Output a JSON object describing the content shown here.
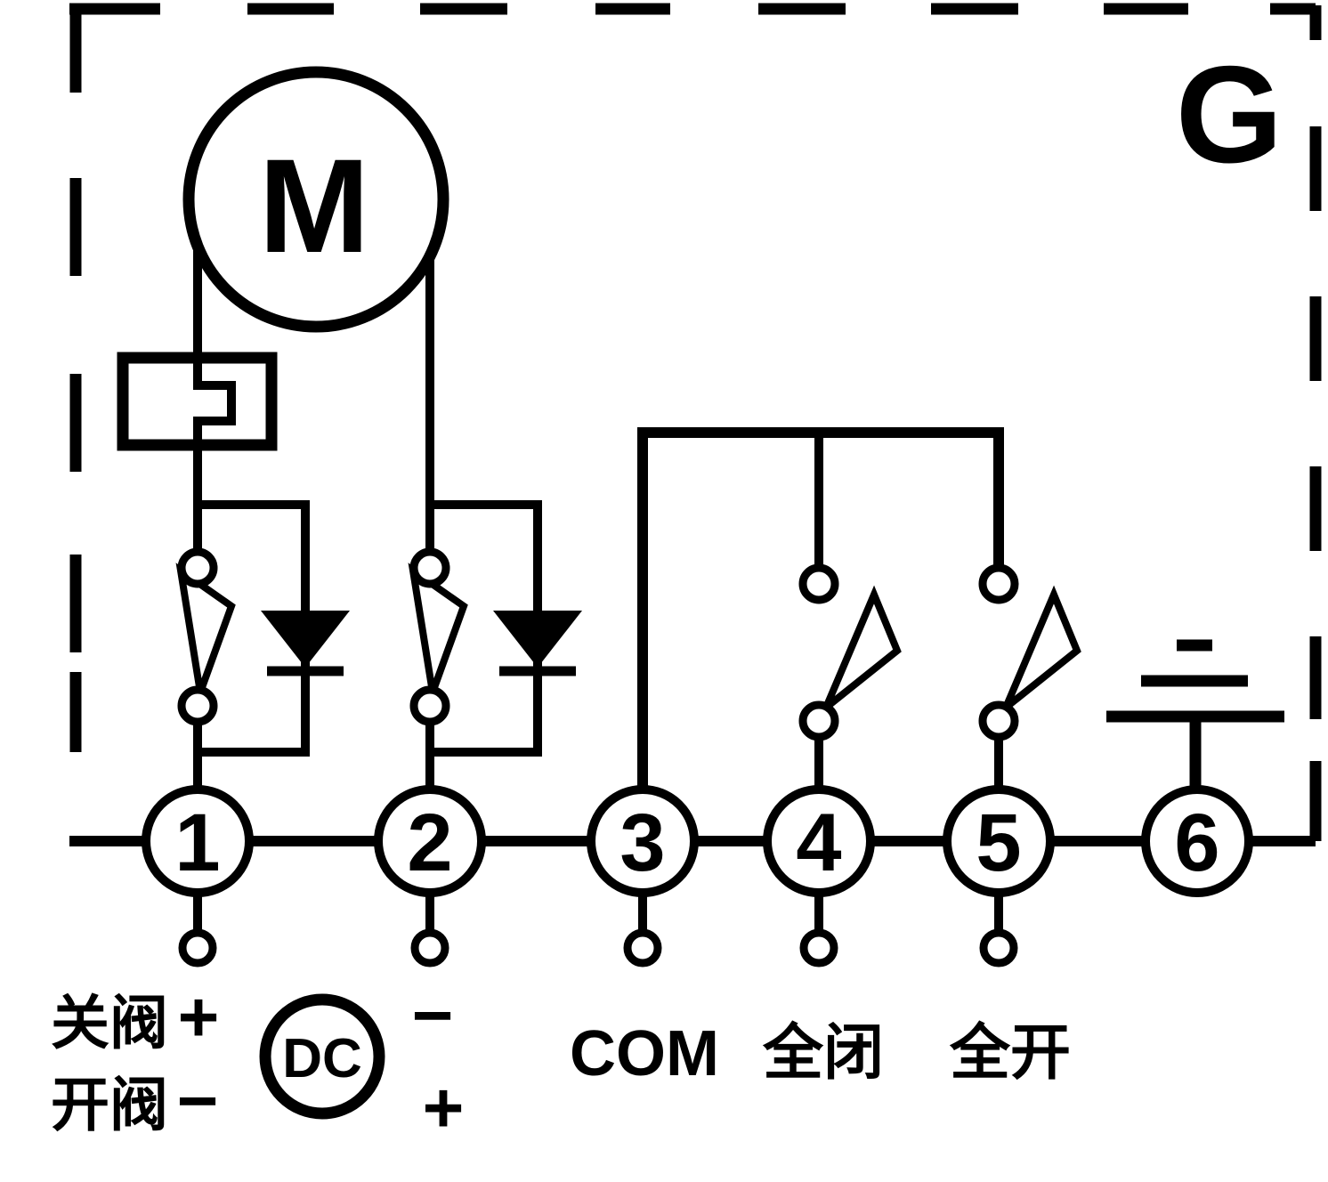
{
  "diagram": {
    "device_label": "G",
    "motor_label": "M",
    "dc_source_label": "DC",
    "terminals": [
      {
        "number": "1"
      },
      {
        "number": "2"
      },
      {
        "number": "3"
      },
      {
        "number": "4"
      },
      {
        "number": "5"
      },
      {
        "number": "6"
      }
    ],
    "labels": {
      "close_valve": "关阀",
      "close_valve_sign": "+",
      "open_valve": "开阀",
      "open_valve_sign": "−",
      "supply_minus": "−",
      "supply_plus": "+",
      "com": "COM",
      "fully_closed": "全闭",
      "fully_open": "全开"
    },
    "colors": {
      "line": "#000000",
      "background": "#ffffff"
    }
  }
}
